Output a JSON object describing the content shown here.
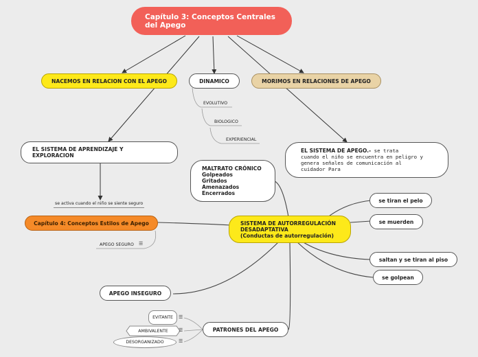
{
  "root": {
    "line1": "Capítulo 3: Conceptos Centrales",
    "line2": "del Apego"
  },
  "nacemos": "NACEMOS EN RELACION CON EL APEGO",
  "dinamico": "DINAMICO",
  "morimos": "MORIMOS EN RELACIONES DE APEGO",
  "dinamico_children": [
    "EVOLUTIVO",
    "BIOLOGICO",
    "EXPERIENCIAL"
  ],
  "sistema_aprendizaje": {
    "line1": "EL SISTEMA DE APRENDIZAJE Y",
    "line2": "EXPLORACION"
  },
  "sistema_apego": {
    "bold": "EL SISTEMA DE APEGO.-",
    "line1_rest": " se trata",
    "line2": "cuando el niño se encuentra en peligro y",
    "line3": "genera señales de comunicación al",
    "line4": "cuidador Para"
  },
  "maltrato": {
    "title": "MALTRATO CRÓNICO",
    "items": [
      "Golpeados",
      "Gritados",
      "Amenazados",
      "Encerrados"
    ]
  },
  "activa_label": "se activa cuando el niño se siente seguro",
  "capitulo4": "Capítulo 4: Conceptos Estilos de Apego",
  "apego_seguro": "APEGO SEGURO",
  "autorregulacion": {
    "line1": "SISTEMA DE AUTORREGULACIÓN",
    "line2": "DESADAPTATIVA",
    "line3": "(Conductas de autorregulación)"
  },
  "conductas": [
    "se tiran el pelo",
    "se muerden",
    "saltan y se tiran al piso",
    "se golpean"
  ],
  "apego_inseguro": "APEGO INSEGURO",
  "patrones": "PATRONES DEL APEGO",
  "patrones_children": [
    "EVITANTE",
    "AMBIVALENTE",
    "DESORGANIZADO"
  ],
  "menu_icon": "menu-icon",
  "colors": {
    "root": "#f26058",
    "yellow": "#fde91a",
    "tan": "#e9d3a6",
    "orange": "#f58a28",
    "background": "#ececec"
  }
}
